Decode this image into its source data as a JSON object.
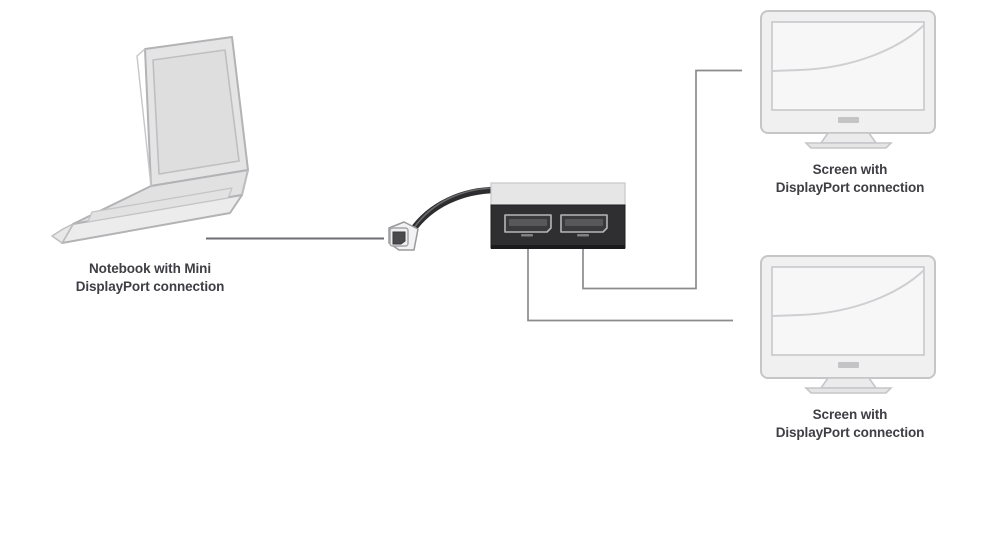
{
  "diagram": {
    "title": "Mini DisplayPort to dual DisplayPort splitter connection diagram",
    "background_color": "#ffffff",
    "line_color": "#8a8a8f",
    "cable_color": "#2b2b2b",
    "caption_color": "#3e3e44",
    "device_outline_color": "#b5b5b8",
    "device_fill_color": "#e9e9ea",
    "hub_front_color": "#2e2e30",
    "hub_top_color": "#e3e3e4",
    "port_outline_color": "#a9a9ad"
  },
  "nodes": {
    "notebook": {
      "label": "Notebook with Mini\nDisplayPort connection",
      "icon": "laptop-icon"
    },
    "hub": {
      "label": "",
      "icon": "displayport-splitter-icon",
      "ports": [
        {
          "name": "DisplayPort Out 1",
          "icon": "displayport-socket-icon"
        },
        {
          "name": "DisplayPort Out 2",
          "icon": "displayport-socket-icon"
        }
      ],
      "input_connector": {
        "name": "Mini DisplayPort plug",
        "icon": "mini-displayport-plug-icon"
      }
    },
    "screen_top": {
      "label": "Screen with\nDisplayPort connection",
      "icon": "monitor-icon"
    },
    "screen_bottom": {
      "label": "Screen with\nDisplayPort connection",
      "icon": "monitor-icon"
    }
  },
  "connections": [
    {
      "name": "notebook-to-minidisplayport",
      "from": "notebook",
      "to": "hub"
    },
    {
      "name": "hub-port1-to-screen-bottom",
      "from": "hub",
      "to": "screen_bottom"
    },
    {
      "name": "hub-port2-to-screen-top",
      "from": "hub",
      "to": "screen_top"
    }
  ]
}
